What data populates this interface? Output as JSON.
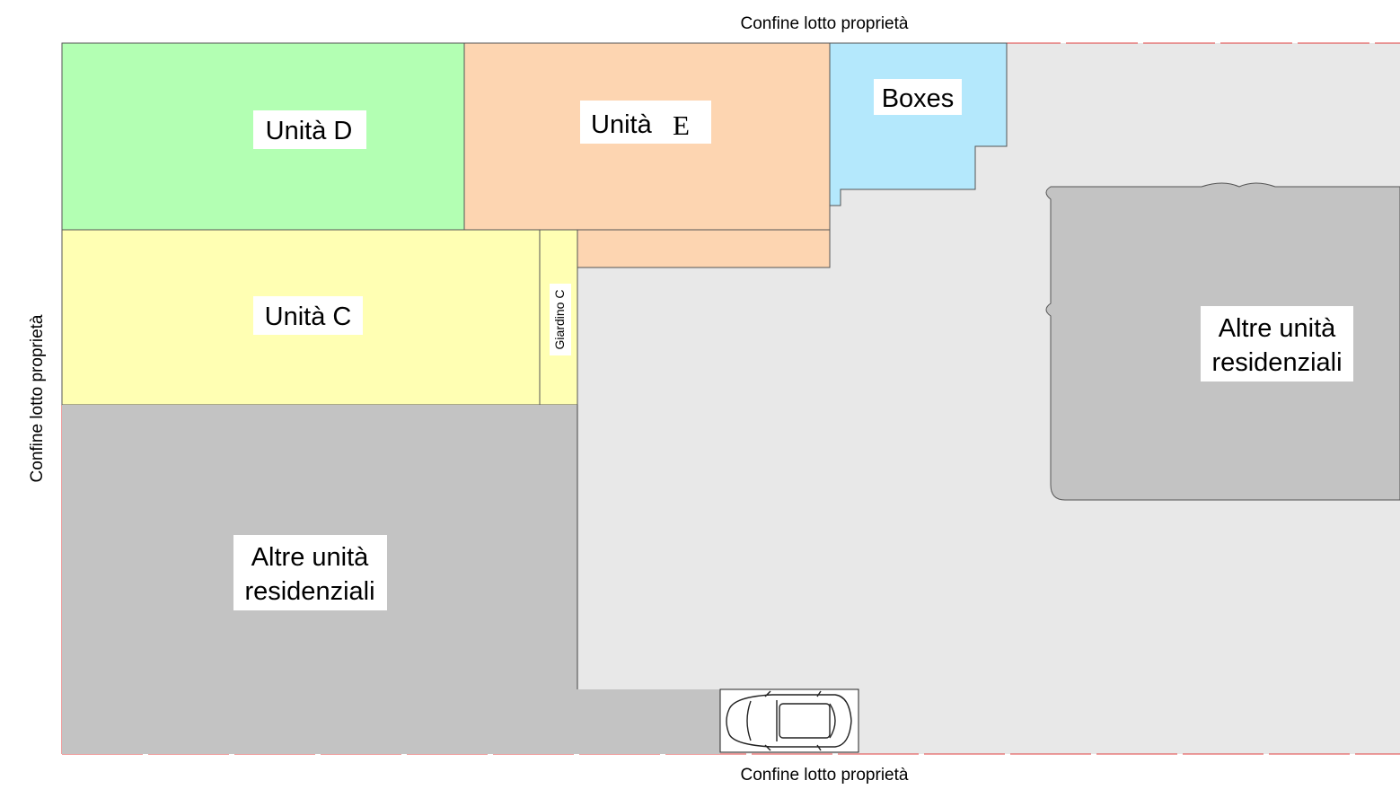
{
  "boundary": {
    "top": "Confine lotto proprietà",
    "bottom": "Confine lotto proprietà",
    "left": "Confine lotto proprietà"
  },
  "units": {
    "d": {
      "label": "Unità D",
      "color": "#b3ffb3"
    },
    "e": {
      "label_main": "Unità",
      "label_letter": "E",
      "color": "#fdd5b1"
    },
    "boxes": {
      "label": "Boxes",
      "color": "#b4e8fc"
    },
    "c": {
      "label": "Unità C",
      "color": "#ffffb3"
    },
    "giardino_c": {
      "label": "Giardino C",
      "color": "#ffffb3"
    },
    "other_left": {
      "line1": "Altre unità",
      "line2": "residenziali",
      "color": "#c3c3c3"
    },
    "other_right": {
      "line1": "Altre unità",
      "line2": "residenziali",
      "color": "#c3c3c3"
    }
  },
  "courtyard": {
    "color": "#e8e8e8"
  },
  "vehicle": {
    "icon": "car-top-view-icon"
  }
}
